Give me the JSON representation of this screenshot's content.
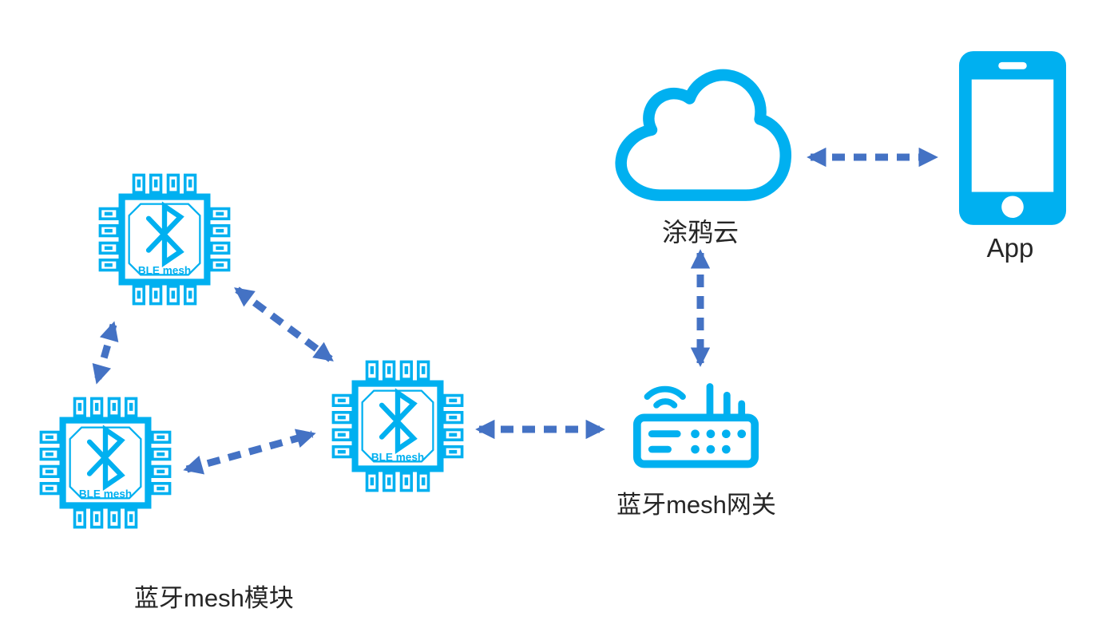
{
  "colors": {
    "device": "#00b0f0",
    "arrow": "#4472c4",
    "text": "#262626"
  },
  "labels": {
    "cloud": "涂鸦云",
    "app": "App",
    "gateway": "蓝牙mesh网关",
    "modules_group": "蓝牙mesh模块"
  },
  "chips": [
    {
      "label": "BLE mesh"
    },
    {
      "label": "BLE mesh"
    },
    {
      "label": "BLE mesh"
    }
  ],
  "connections": [
    {
      "from": "ble-mesh-module-top",
      "to": "ble-mesh-module-bottom",
      "style": "dashed-double-arrow"
    },
    {
      "from": "ble-mesh-module-top",
      "to": "ble-mesh-module-center",
      "style": "dashed-double-arrow"
    },
    {
      "from": "ble-mesh-module-bottom",
      "to": "ble-mesh-module-center",
      "style": "dashed-double-arrow"
    },
    {
      "from": "ble-mesh-module-center",
      "to": "gateway",
      "style": "dashed-double-arrow"
    },
    {
      "from": "gateway",
      "to": "cloud",
      "style": "dashed-double-arrow"
    },
    {
      "from": "cloud",
      "to": "app",
      "style": "dashed-double-arrow"
    }
  ]
}
